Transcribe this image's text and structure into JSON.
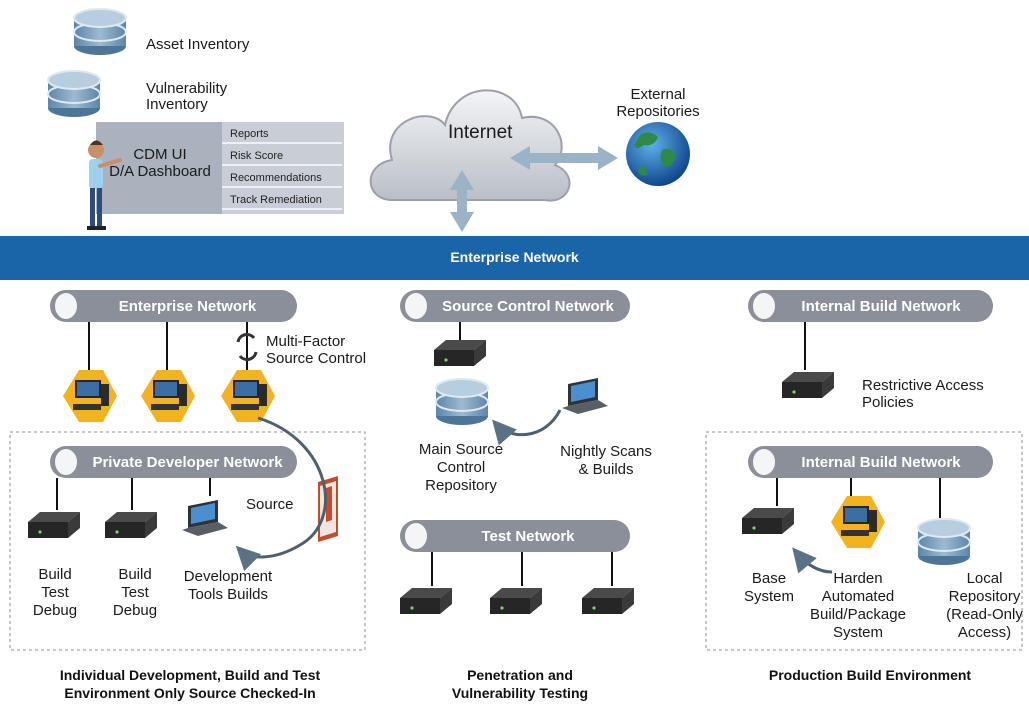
{
  "databases": {
    "asset_inventory": "Asset Inventory",
    "vulnerability_inventory": "Vulnerability\nInventory"
  },
  "dashboard": {
    "title": "CDM UI\nD/A Dashboard",
    "items": [
      "Reports",
      "Risk Score",
      "Recommendations",
      "Track Remediation"
    ]
  },
  "internet": {
    "cloud_label": "Internet",
    "external_repositories": "External\nRepositories"
  },
  "enterprise_bar": "Enterprise Network",
  "left": {
    "network": "Enterprise Network",
    "mfa": "Multi-Factor\nSource Control",
    "private_network": "Private Developer Network",
    "source": "Source",
    "build1": "Build\nTest\nDebug",
    "build2": "Build\nTest\nDebug",
    "devtools": "Development\nTools Builds",
    "caption": "Individual Development, Build and Test\nEnvironment Only Source Checked-In"
  },
  "middle": {
    "network": "Source Control Network",
    "main_repo": "Main Source\nControl\nRepository",
    "nightly": "Nightly Scans\n& Builds",
    "test_network": "Test Network",
    "caption": "Penetration and\nVulnerability Testing"
  },
  "right": {
    "network": "Internal Build Network",
    "restrictive": "Restrictive Access\nPolicies",
    "inner_network": "Internal Build Network",
    "base": "Base\nSystem",
    "harden": "Harden\nAutomated\nBuild/Package\nSystem",
    "local_repo": "Local\nRepository\n(Read-Only\nAccess)",
    "caption": "Production Build Environment"
  },
  "colors": {
    "enterprise_bar": "#1a65a8",
    "network_pipe": "#8a8f99",
    "workstation_gold": "#f2b31e",
    "server": "#2d2d2d",
    "database": "#6f98b7",
    "arrow": "#9ab3c7"
  }
}
